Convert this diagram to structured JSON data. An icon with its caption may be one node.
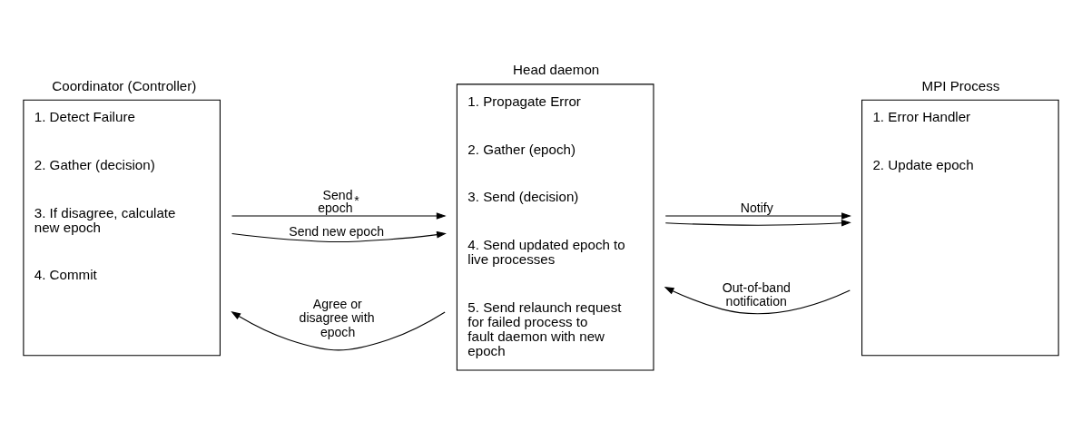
{
  "diagram": {
    "nodes": [
      {
        "text": [
          "Coordinator (Controller)",
          "1. Detect Failure",
          "2. Gather (decision)",
          "3. If disagree, calculate new epoch",
          "4. Commit"
        ]
      },
      {
        "text": [
          "Head daemon",
          "1. Propagate Error",
          "2. Gather (epoch)",
          "3. Send (decision)",
          "4. Send updated epoch to live processes",
          "5. Send relaunch request for failed process to fault daemon with new epoch"
        ]
      },
      {
        "text": [
          "MPI Process",
          "1. Error Handler",
          "2. Update epoch"
        ]
      }
    ],
    "edges": [
      {
        "from": 0,
        "to": 1,
        "arrow": "to",
        "label": "Send epoch$^{*}$"
      },
      {
        "from": 1,
        "to": 2,
        "arrow": "to",
        "label": "Notify"
      },
      {
        "from": 2,
        "to": 1,
        "arrow": "to",
        "label": "Out-of-band notification"
      },
      {
        "from": 1,
        "to": 0,
        "arrow": "to",
        "label": "Agree or disagree with epoch"
      },
      {
        "from": 0,
        "to": 1,
        "arrow": "to",
        "label": "Send new epoch"
      },
      {
        "from": 1,
        "to": 2,
        "arrow": "to"
      }
    ]
  }
}
